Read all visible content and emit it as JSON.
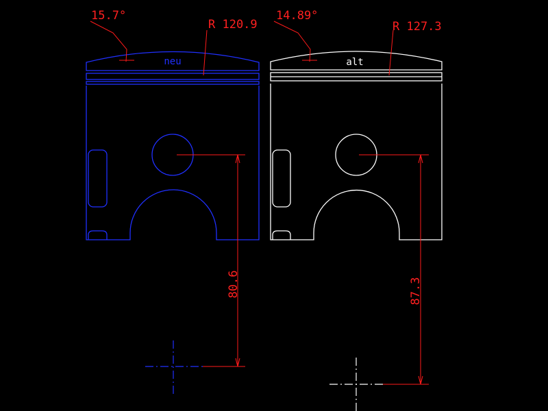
{
  "colors": {
    "background": "#000000",
    "new_piston": "#2030ff",
    "old_piston": "#ffffff",
    "dimension": "#ff1a1a",
    "center_mark_left": "#2030ff",
    "center_mark_right": "#ffffff"
  },
  "left_piston": {
    "label": "neu",
    "angle": "15.7°",
    "radius": "R 120.9",
    "height": "80.6"
  },
  "right_piston": {
    "label": "alt",
    "angle": "14.89°",
    "radius": "R 127.3",
    "height": "87.3"
  }
}
